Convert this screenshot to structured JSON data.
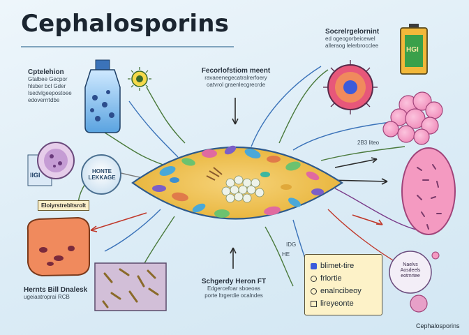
{
  "title": "Cephalosporins",
  "corner_caption": "Cephalosporins",
  "labels": {
    "top_left": {
      "heading": "Cptelehion",
      "lines": [
        "Gtalbee Gecpor",
        "hlsber bcl Gder",
        "Isedvlgeepostoee",
        "edoverrrtdbe"
      ]
    },
    "top_center": {
      "heading": "Fecorlofstiom meent",
      "lines": [
        "ravaeenegecatralrerfoery",
        "oatvrol graenlecgrecrde"
      ]
    },
    "top_right": {
      "heading": "Socrelrgelornint",
      "lines": [
        "ed ogeogorbeicewel",
        "alleraog lelerbrocclee"
      ]
    },
    "left_disc_text": "HONTE LEKKAGE",
    "left_box_badge": "lIGI",
    "left_tag": "Eloiyrstrebltsrolt",
    "bottom_left": {
      "heading": "Hernts Bill Dnalesk",
      "sub": "ugeiaatroprai RCB"
    },
    "bottom_center": {
      "heading": "Schgerdy Heron FT",
      "lines": [
        "Edgercefoar sboeoas",
        "porte ltrgerdie ocalndes"
      ]
    },
    "mid_right_caption": "2B3 liteo",
    "small_mark_a": "IDG",
    "small_mark_b": "HE",
    "battery_badge": "HGI",
    "bottom_right_cell": "Naelvs Aosdeels eotmrtee"
  },
  "legend": {
    "items": [
      {
        "text": "blimet-tire",
        "color": "#3b5bdb"
      },
      {
        "text": "frlortie",
        "color": "#ffffff"
      },
      {
        "text": "enalncibeoy",
        "color": "#ffffff"
      },
      {
        "text": "lireyeonte",
        "color": "#ffffff"
      }
    ]
  },
  "colors": {
    "lens_fill": "#f0c14b",
    "lens_border": "#2e5a8c",
    "orange_blob": "#f08a5d",
    "pink_cell": "#f49ac1",
    "accent_arrow": "#c0392b"
  }
}
